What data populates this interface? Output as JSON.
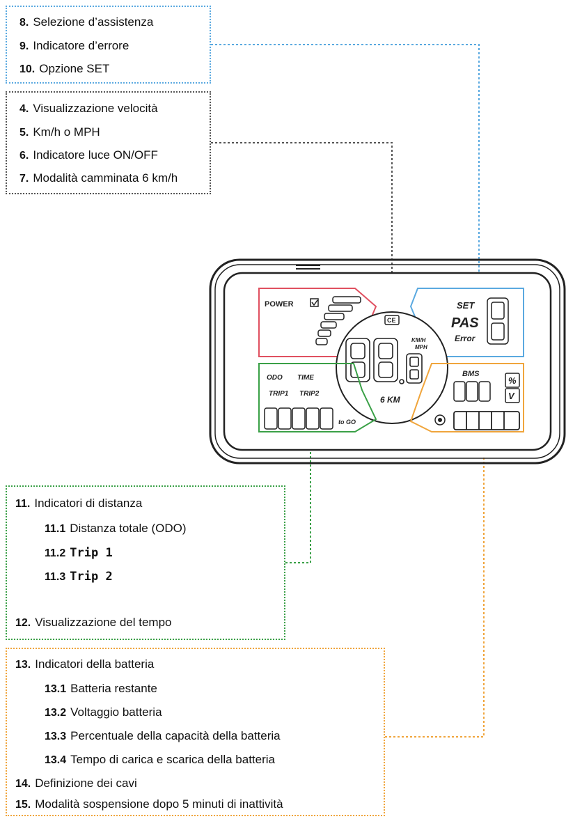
{
  "colors": {
    "blue": "#5aa9e0",
    "gray": "#555555",
    "green": "#3aa047",
    "orange": "#f0a53c",
    "red": "#e05060"
  },
  "groups": {
    "assist": [
      {
        "num": "8.",
        "label": "Selezione d’assistenza"
      },
      {
        "num": "9.",
        "label": "Indicatore d’errore"
      },
      {
        "num": "10.",
        "label": "Opzione SET"
      }
    ],
    "speed": [
      {
        "num": "4.",
        "label": "Visualizzazione velocità"
      },
      {
        "num": "5.",
        "label": "Km/h o MPH"
      },
      {
        "num": "6.",
        "label": "Indicatore luce ON/OFF"
      },
      {
        "num": "7.",
        "label": "Modalità camminata 6 km/h"
      }
    ],
    "distance": {
      "title": {
        "num": "11.",
        "label": "Indicatori di distanza"
      },
      "subs": [
        {
          "num": "11.1",
          "label": "Distanza totale (ODO)"
        },
        {
          "num": "11.2",
          "label": "Trip 1"
        },
        {
          "num": "11.3",
          "label": "Trip 2"
        }
      ],
      "time": {
        "num": "12.",
        "label": "Visualizzazione del tempo"
      }
    },
    "battery": {
      "title": {
        "num": "13.",
        "label": "Indicatori della batteria"
      },
      "subs": [
        {
          "num": "13.1",
          "label": "Batteria restante"
        },
        {
          "num": "13.2",
          "label": "Voltaggio batteria"
        },
        {
          "num": "13.3",
          "label": "Percentuale della capacità della batteria"
        },
        {
          "num": "13.4",
          "label": "Tempo di carica e scarica della batteria"
        }
      ],
      "cables": {
        "num": "14.",
        "label": "Definizione dei cavi"
      },
      "sleep": {
        "num": "15.",
        "label": "Modalità sospensione dopo 5 minuti di inattività"
      }
    }
  },
  "display": {
    "power": "POWER",
    "set": "SET",
    "pas": "PAS",
    "error": "Error",
    "kmh": "KM/H",
    "mph": "MPH",
    "walk": "6 KM",
    "odo": "ODO",
    "time": "TIME",
    "trip1": "TRIP1",
    "trip2": "TRIP2",
    "togo": "to GO",
    "bms": "BMS",
    "percent": "%",
    "volt": "V",
    "light": "CE"
  }
}
